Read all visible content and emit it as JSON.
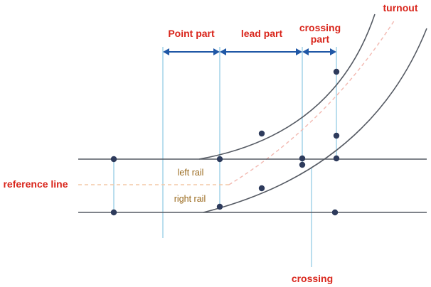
{
  "labels": {
    "turnout": "turnout",
    "point_part": "Point part",
    "lead_part": "lead part",
    "crossing_part_line1": "crossing",
    "crossing_part_line2": "part",
    "left_rail": "left rail",
    "right_rail": "right rail",
    "reference_line": "reference line",
    "crossing": "crossing"
  },
  "colors": {
    "red_label": "#d9261c",
    "rail_label": "#9a6a1e",
    "rail": "#555a63",
    "guide": "#a9d6ea",
    "dimension_arrow": "#1f57a6",
    "dot": "#2e3b5c",
    "turnout_centerline": "#f2b8b0",
    "reference_line": "#f3c9a6"
  }
}
